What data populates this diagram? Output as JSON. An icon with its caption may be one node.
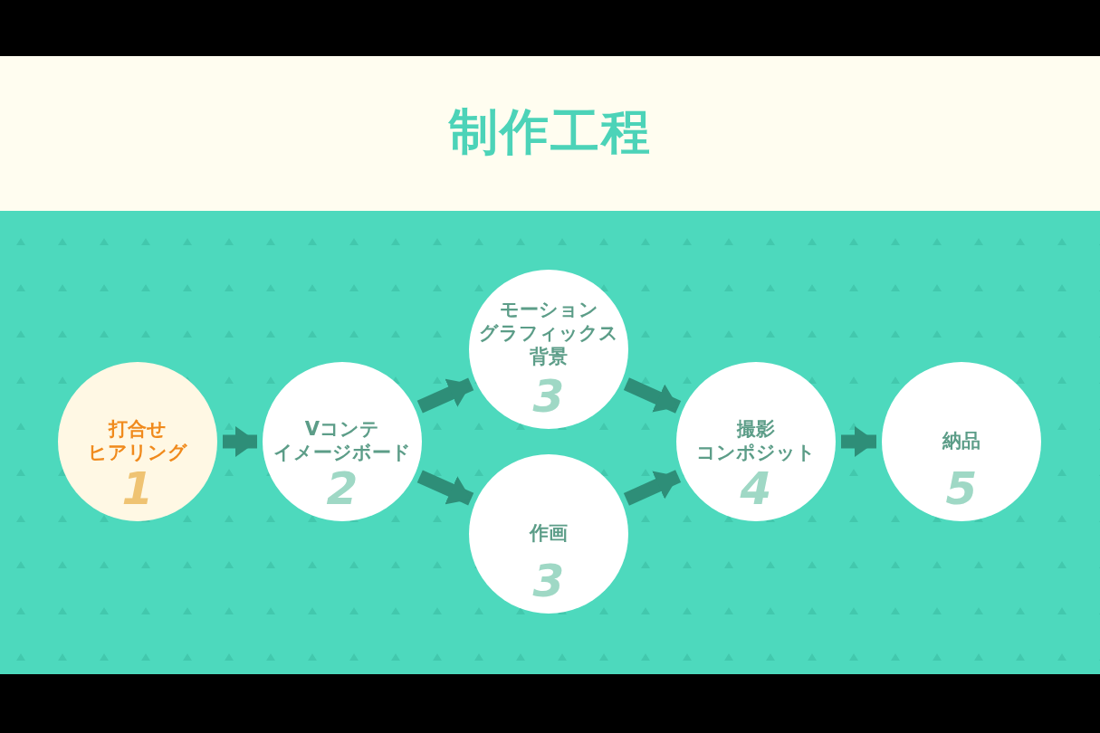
{
  "diagram": {
    "title": "制作工程",
    "nodes": [
      {
        "text": [
          "打合せヒアリング",
          "1"
        ]
      },
      {
        "text": [
          "Vコンテイメージボード",
          "2"
        ]
      },
      {
        "text": [
          "モーショングラフィックス背景",
          "3"
        ]
      },
      {
        "text": [
          "作画",
          "3"
        ]
      },
      {
        "text": [
          "撮影コンポジット",
          "4"
        ]
      },
      {
        "text": [
          "納品",
          "5"
        ]
      }
    ],
    "edges": [
      {
        "from": 0,
        "to": 1,
        "arrow": "to"
      },
      {
        "from": 1,
        "to": 2,
        "arrow": "to"
      },
      {
        "from": 1,
        "to": 3,
        "arrow": "to"
      },
      {
        "from": 2,
        "to": 4,
        "arrow": "to"
      },
      {
        "from": 3,
        "to": 4,
        "arrow": "to"
      },
      {
        "from": 4,
        "to": 5,
        "arrow": "to"
      }
    ]
  }
}
